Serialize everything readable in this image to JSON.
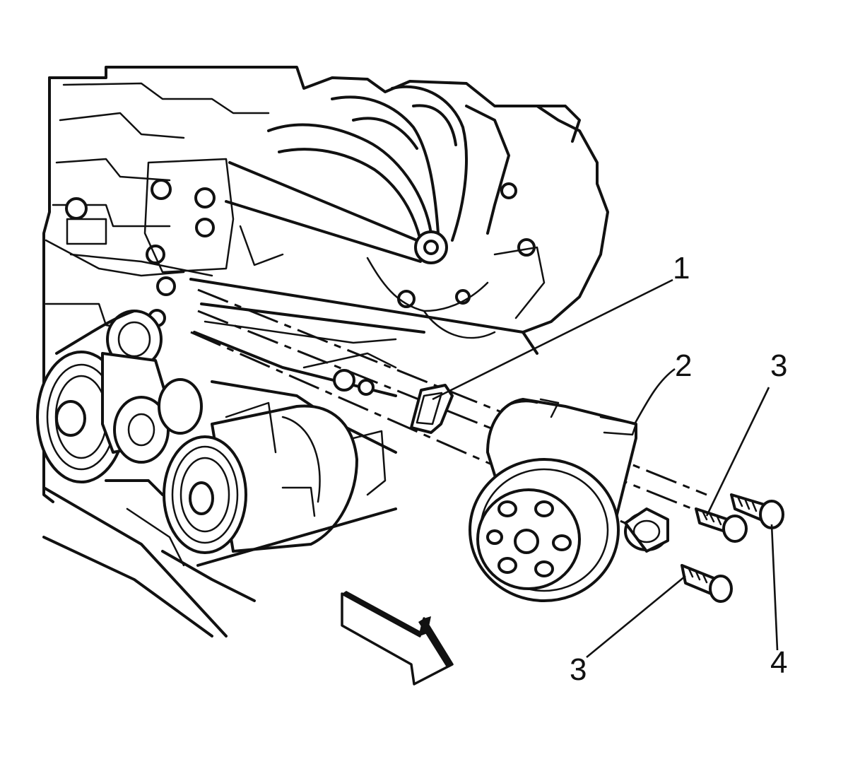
{
  "diagram": {
    "callouts": [
      {
        "id": "c1",
        "text": "1"
      },
      {
        "id": "c2",
        "text": "2"
      },
      {
        "id": "c3a",
        "text": "3"
      },
      {
        "id": "c3b",
        "text": "3"
      },
      {
        "id": "c4",
        "text": "4"
      }
    ],
    "colors": {
      "ink": "#111111",
      "paper": "#ffffff"
    },
    "icons": [
      "direction-arrow-icon"
    ]
  }
}
